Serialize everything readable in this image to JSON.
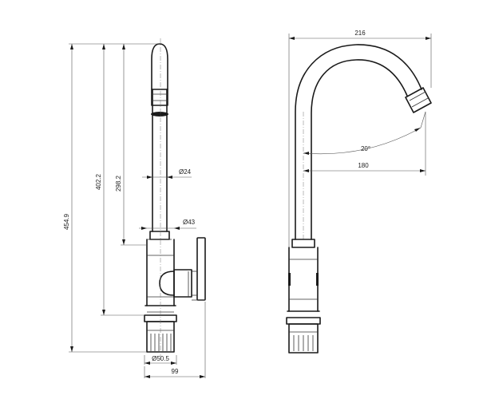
{
  "side_view": {
    "dimensions": {
      "total_height": "454.9",
      "base_to_spout": "402.2",
      "body_to_spout": "298.2",
      "spout_diameter": "Ø24",
      "body_diameter": "Ø43",
      "base_diameter": "Ø50.5",
      "depth": "99"
    }
  },
  "front_view": {
    "dimensions": {
      "overall_width": "216",
      "reach": "180",
      "spout_angle": "20°"
    }
  }
}
